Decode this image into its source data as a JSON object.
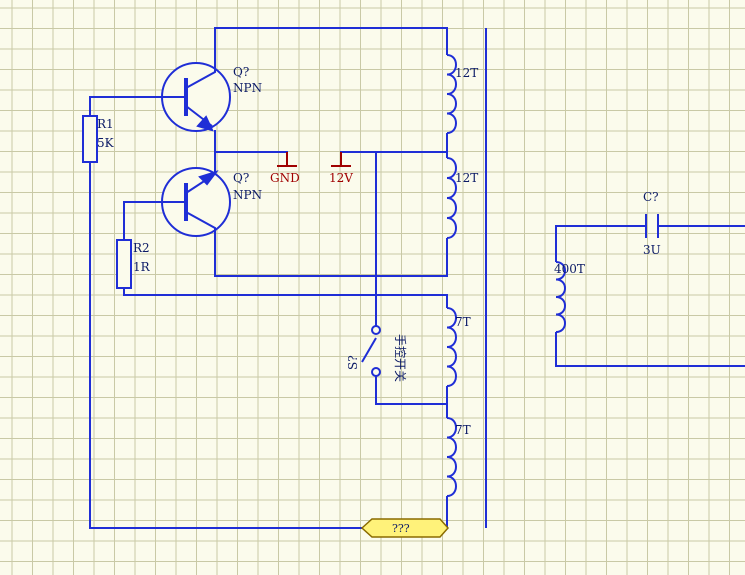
{
  "colors": {
    "background": "#fbfbec",
    "grid": "#c9c9a6",
    "wire": "#1f2ed6",
    "label": "#0b1a66",
    "power_label": "#a00000",
    "port_fill": "#fff27a",
    "port_stroke": "#8a6b00"
  },
  "components": {
    "q_top": {
      "designator": "Q?",
      "type": "NPN"
    },
    "q_bottom": {
      "designator": "Q?",
      "type": "NPN"
    },
    "r1": {
      "designator": "R1",
      "value": "5K"
    },
    "r2": {
      "designator": "R2",
      "value": "1R"
    },
    "gnd": {
      "label": "GND"
    },
    "vcc": {
      "label": "12V"
    },
    "switch": {
      "designator": "S?",
      "label": "手控开关"
    },
    "coil_1": {
      "label": "12T"
    },
    "coil_2": {
      "label": "12T"
    },
    "coil_3": {
      "label": "7T"
    },
    "coil_4": {
      "label": "7T"
    },
    "coil_secondary": {
      "label": "400T"
    },
    "capacitor": {
      "designator": "C?",
      "value": "3U"
    },
    "port": {
      "label": "???"
    }
  }
}
